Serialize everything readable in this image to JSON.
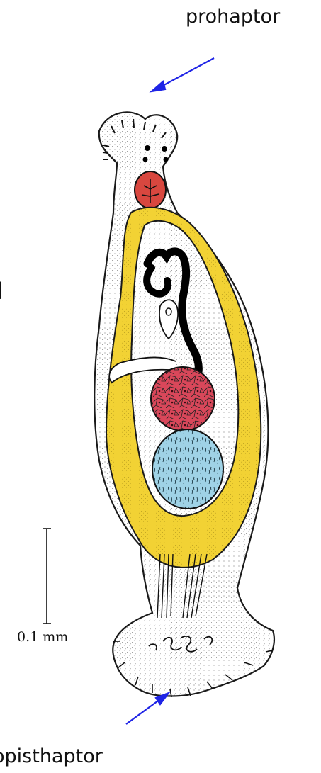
{
  "labels": {
    "prohaptor": "prohaptor",
    "opisthaptor": "opisthaptor",
    "scale": "0.1 mm",
    "left_fragment": "l"
  },
  "colors": {
    "body_outline": "#1a1a1a",
    "yolk_yellow": "#f2d234",
    "ovary_red": "#d9475a",
    "testis_blue": "#9fd2e6",
    "pharynx_red": "#d8473f",
    "arrow_blue": "#1f24e6",
    "black": "#000000"
  },
  "icons": {
    "arrow": "arrow-icon"
  }
}
